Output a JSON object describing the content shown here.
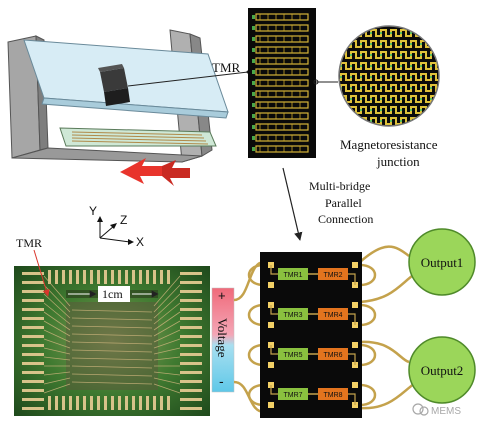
{
  "labels": {
    "tmr_top": "TMR",
    "magneto": "Magnetoresistance",
    "junction": "junction",
    "multi": "Multi-bridge",
    "parallel": "Parallel",
    "connection": "Connection",
    "axis_y": "Y",
    "axis_z": "Z",
    "axis_x": "X",
    "tmr_photo": "TMR",
    "scale": "1cm",
    "voltage": "Voltage",
    "plus": "+",
    "minus": "-",
    "output1": "Output1",
    "output2": "Output2",
    "watermark": "MEMS"
  },
  "bridge": {
    "tmr_left": [
      "TMR1",
      "TMR3",
      "TMR5",
      "TMR7"
    ],
    "tmr_right": [
      "TMR2",
      "TMR4",
      "TMR6",
      "TMR8"
    ]
  },
  "colors": {
    "green_tmr": "#8ac13f",
    "orange_tmr": "#e3741e",
    "wire": "#c4a24c",
    "output": "#9bd65a",
    "voltage": "#7fd3e6",
    "arrow_red": "#e8342c",
    "glass": "#cde7f2"
  }
}
